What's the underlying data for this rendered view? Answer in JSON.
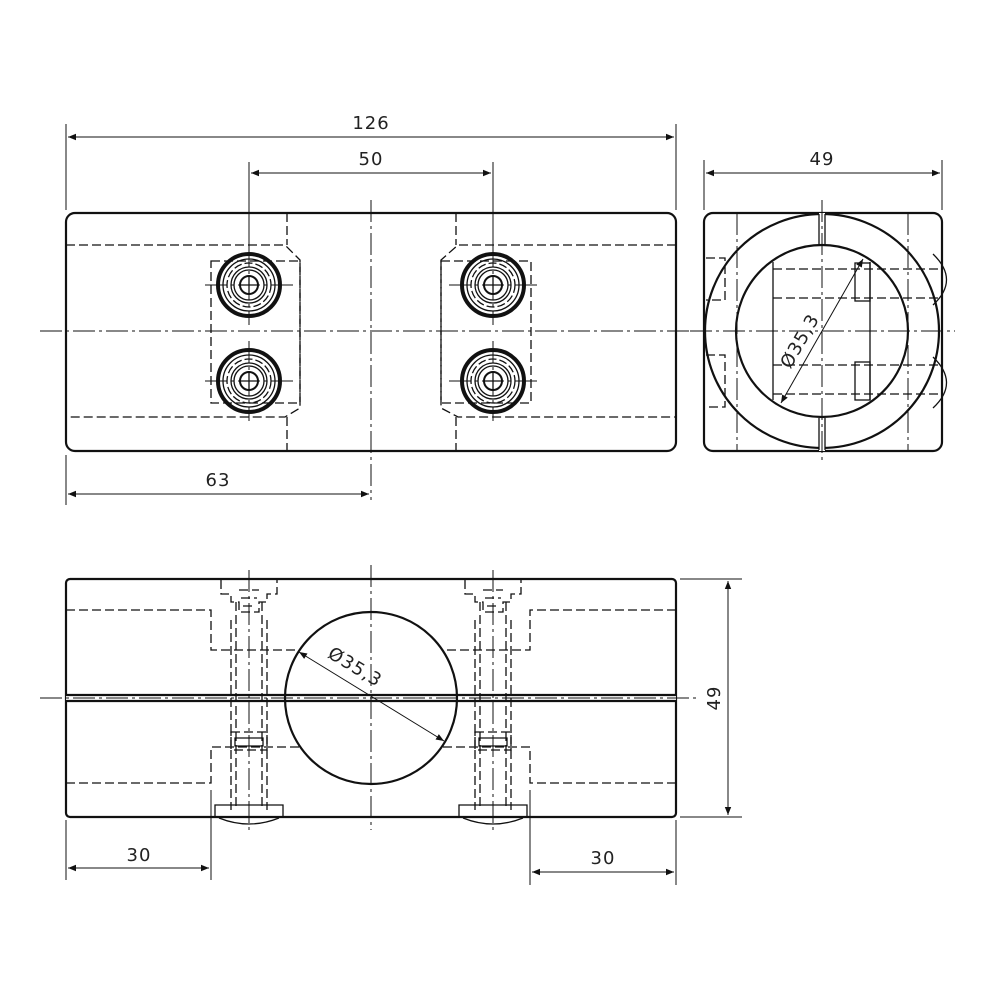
{
  "drawing": {
    "colors": {
      "line": "#111111",
      "background": "#ffffff"
    },
    "dimensions": {
      "overall_length": "126",
      "bolt_spacing": "50",
      "half_length": "63",
      "side_width": "49",
      "height": "49",
      "left_offset": "30",
      "right_offset": "30",
      "bore_side_view": "Ø35,3",
      "bore_front_view": "Ø35,3"
    }
  }
}
